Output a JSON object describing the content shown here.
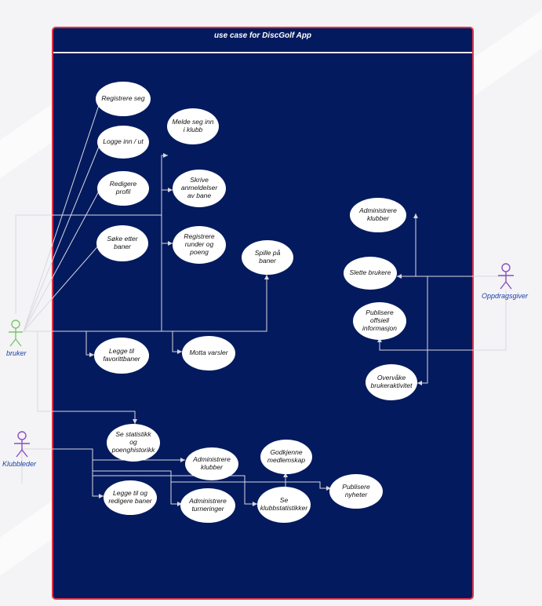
{
  "diagram": {
    "title": "use case for DiscGolf App",
    "actors": {
      "bruker": "bruker",
      "klubbleder": "Klubbleder",
      "oppdragsgiver": "Oppdragsgiver"
    },
    "use_cases": {
      "registrere_seg": "Registrere seg",
      "logge_inn": "Logge inn / ut",
      "redigere_profil": "Redigere profil",
      "soke_baner": "Søke etter baner",
      "melde_klubb": "Melde seg inn i klubb",
      "skrive_anmeldelser": "Skrive anmeldelser av bane",
      "registrere_runder": "Registrere runder og poeng",
      "spille_bane": "Spille på baner",
      "legge_favoritt": "Legge til favorittbaner",
      "motta_varsler": "Motta varsler",
      "se_statistikk": "Se statistikk og poenghistorikk",
      "adm_klubber_leder": "Administrere klubber",
      "godkjenne": "Godkjenne medlemskap",
      "legge_redigere_bane": "Legge til og redigere baner",
      "adm_turneringer": "Administrere turneringer",
      "se_klubbstatistikk": "Se klubbstatistikker",
      "publisere_nyheter": "Publisere nyheter",
      "adm_klubber_opp": "Administrere klubber",
      "slette_brukere": "Slette brukere",
      "publisere_info": "Publisere offsiell informasjon",
      "overvake": "Overvåke brukeraktivitet"
    },
    "colors": {
      "background": "#041a5e",
      "border": "#e0344a",
      "ellipse": "#ffffff",
      "bruker_actor": "#7cc66a",
      "klubbleder_actor": "#8a4fc4",
      "oppdragsgiver_actor": "#8a4fc4",
      "label_blue": "#1c3fa8"
    }
  }
}
